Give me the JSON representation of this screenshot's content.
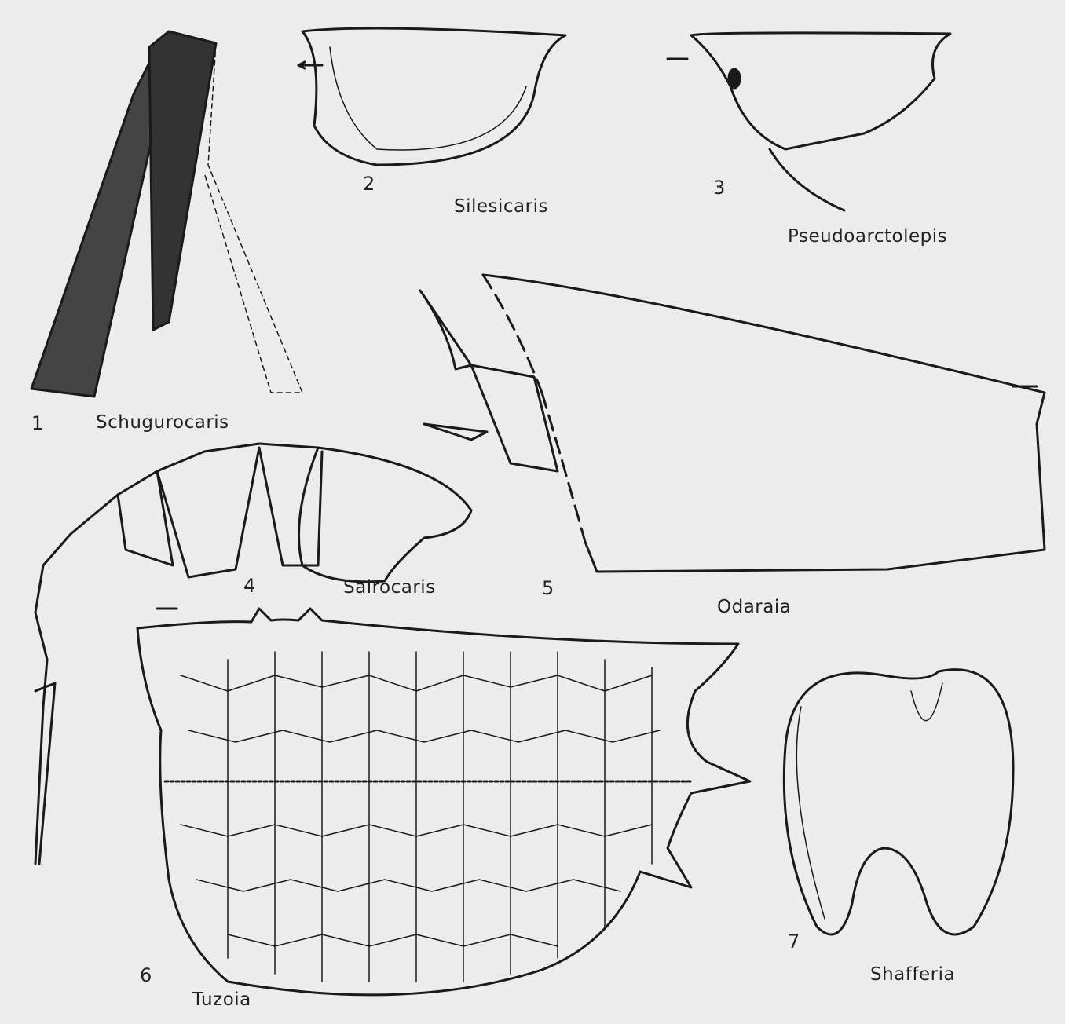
{
  "figures": [
    {
      "number": "1",
      "name": "Schugurocaris"
    },
    {
      "number": "2",
      "name": "Silesicaris"
    },
    {
      "number": "3",
      "name": "Pseudoarctolepis"
    },
    {
      "number": "4",
      "name": "Sairocaris"
    },
    {
      "number": "5",
      "name": "Odaraia"
    },
    {
      "number": "6",
      "name": "Tuzoia"
    },
    {
      "number": "7",
      "name": "Shafferia"
    }
  ],
  "colors": {
    "background": "#ececec",
    "ink": "#1a1a1a"
  }
}
